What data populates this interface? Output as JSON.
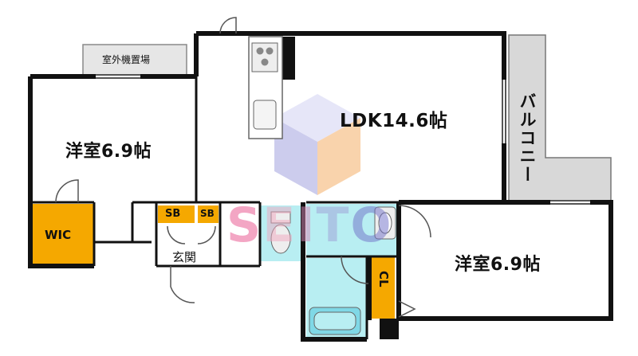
{
  "rooms": {
    "western_left": "洋室6.9帖",
    "western_right": "洋室6.9帖",
    "ldk": "LDK14.6帖",
    "balcony": "バルコニー",
    "outdoor_unit": "室外機置場",
    "wic": "WIC",
    "shoe_box_1": "SB",
    "shoe_box_2": "SB",
    "entrance": "玄関",
    "closet": "CL"
  },
  "watermark": {
    "text": "SEITO",
    "colors": {
      "S": "#e8508a",
      "E": "#f0a8c0",
      "I": "#d88ab8",
      "T": "#a0a0d8",
      "O": "#7070c8"
    }
  },
  "colors": {
    "wall": "#111111",
    "storage": "#f5a800",
    "wet_area": "#b8eef2",
    "balcony": "#d8d8d8"
  }
}
